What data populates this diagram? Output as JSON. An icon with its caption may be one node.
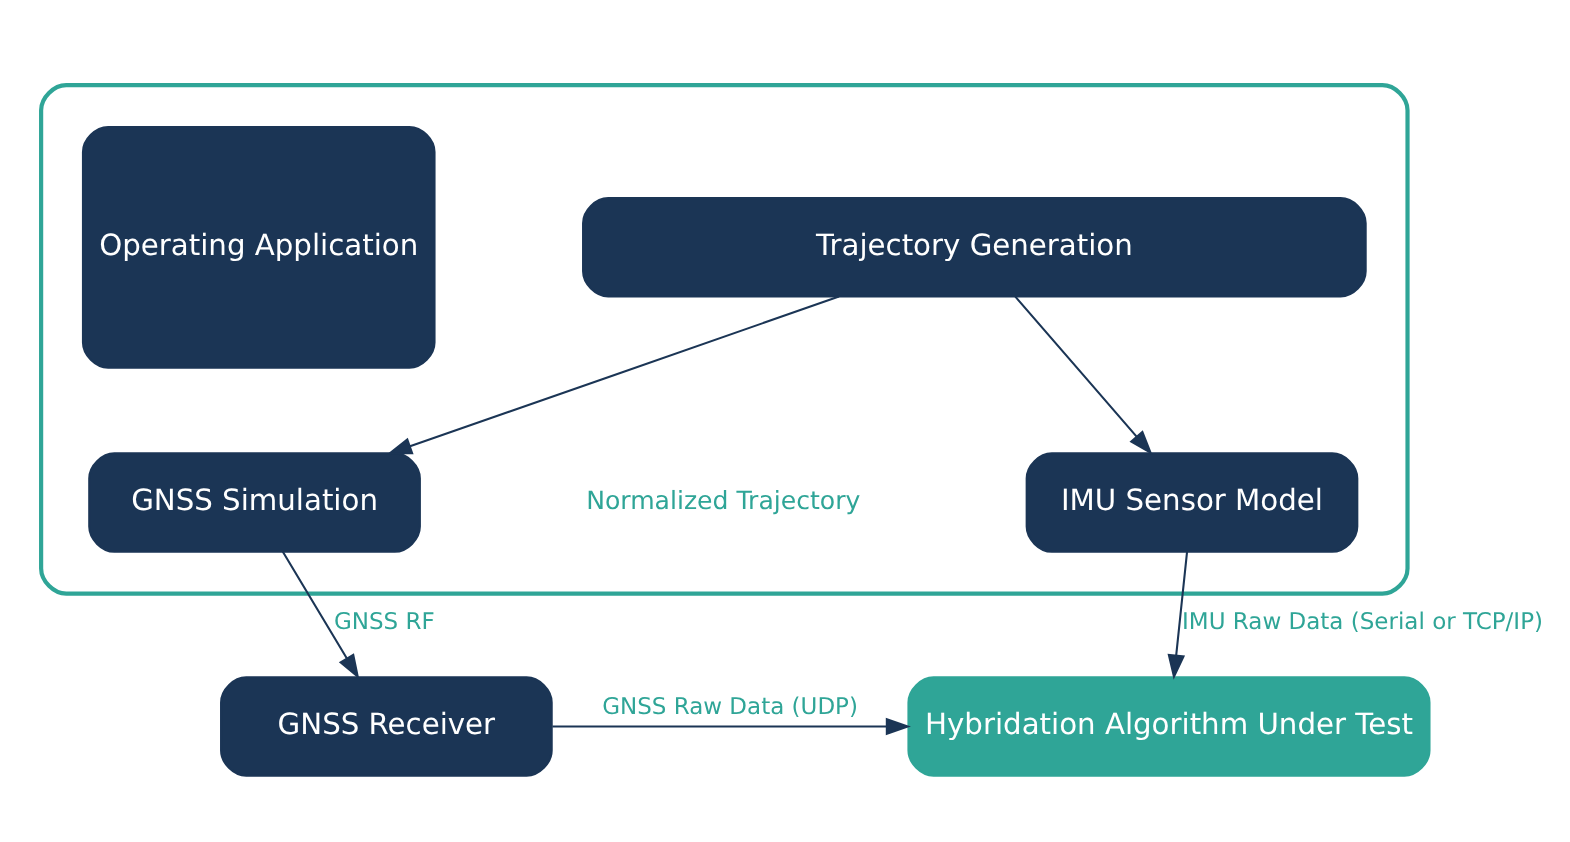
{
  "diagram": {
    "nodes": [
      {
        "text": [],
        "shape": "box"
      },
      {
        "text": [
          "Operating Application"
        ],
        "in": 0
      },
      {
        "text": [
          "Trajectory Generation"
        ],
        "in": 0
      },
      {
        "text": [
          "GNSS Simulation"
        ],
        "in": 0
      },
      {
        "text": [
          "IMU Sensor Model"
        ],
        "in": 0
      },
      {
        "text": [
          "GNSS Receiver"
        ]
      },
      {
        "text": [
          "Hybridation Algorithm Under Test"
        ]
      }
    ],
    "edges": [
      {
        "from": 2,
        "to": 3,
        "arrow": "to"
      },
      {
        "from": 2,
        "to": 4,
        "arrow": "to"
      },
      {
        "from": 3,
        "to": 5,
        "arrow": "to",
        "label": "GNSS RF"
      },
      {
        "from": 4,
        "to": 6,
        "arrow": "to",
        "label": "IMU Raw Data (Serial or TCP/IP)"
      },
      {
        "from": 5,
        "to": 6,
        "arrow": "to",
        "label": "GNSS Raw Data (UDP)"
      }
    ],
    "labels": [
      "Normalized Trajectory"
    ]
  }
}
